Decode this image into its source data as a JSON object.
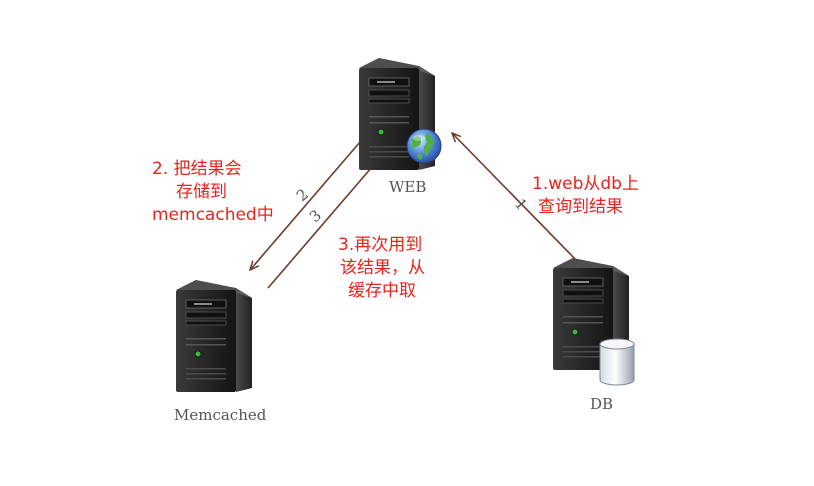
{
  "nodes": {
    "web": {
      "label": "WEB"
    },
    "memcached": {
      "label": "Memcached"
    },
    "db": {
      "label": "DB"
    }
  },
  "annotations": {
    "store": {
      "line1": "2. 把结果会",
      "line2": "存储到",
      "line3": "memcached中"
    },
    "reuse": {
      "line1": "3.再次用到",
      "line2": "该结果，从",
      "line3": "缓存中取"
    },
    "query": {
      "line1": "1.web从db上",
      "line2": "查询到结果"
    }
  },
  "arrow_numbers": {
    "one": "1",
    "two": "2",
    "three": "3"
  },
  "colors": {
    "annotation": "#e8231f",
    "arrow": "#6b3b2e",
    "node_label": "#555555"
  }
}
